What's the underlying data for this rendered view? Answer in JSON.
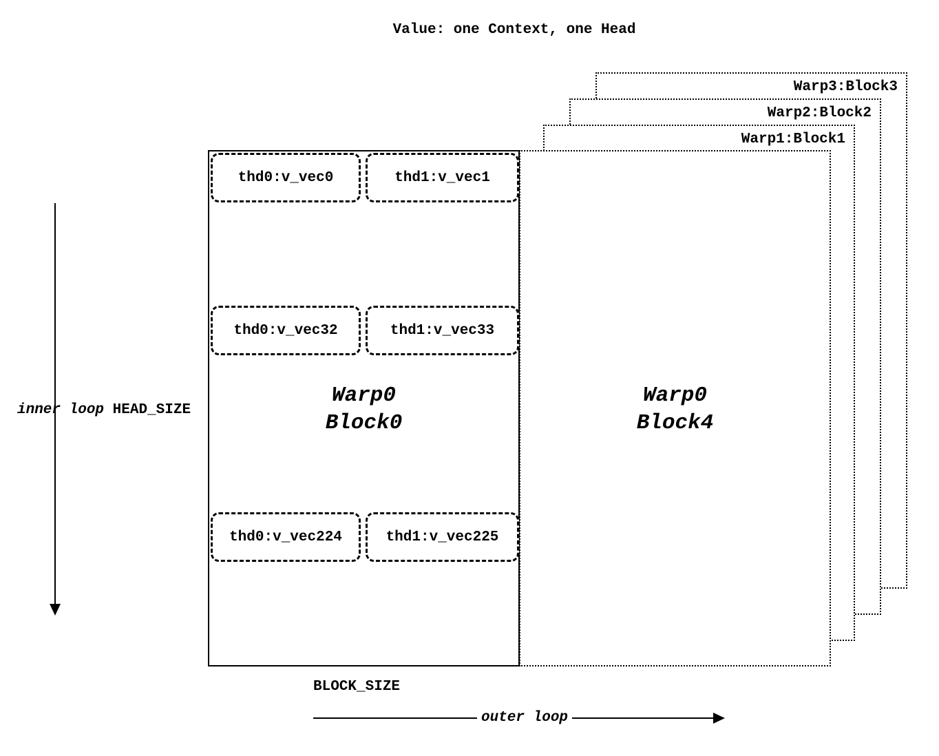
{
  "title": "Value: one Context, one Head",
  "block0": {
    "warp": "Warp0",
    "block": "Block0",
    "thread_rows": [
      [
        "thd0:v_vec0",
        "thd1:v_vec1"
      ],
      [
        "thd0:v_vec32",
        "thd1:v_vec33"
      ],
      [
        "thd0:v_vec224",
        "thd1:v_vec225"
      ]
    ]
  },
  "block4": {
    "warp": "Warp0",
    "block": "Block4"
  },
  "stacked_blocks": [
    {
      "label": "Warp1:Block1"
    },
    {
      "label": "Warp2:Block2"
    },
    {
      "label": "Warp3:Block3"
    }
  ],
  "labels": {
    "inner_loop": "inner loop",
    "head_size": "HEAD_SIZE",
    "block_size": "BLOCK_SIZE",
    "outer_loop": "outer loop"
  },
  "colors": {
    "line": "#000000",
    "background": "#ffffff"
  }
}
